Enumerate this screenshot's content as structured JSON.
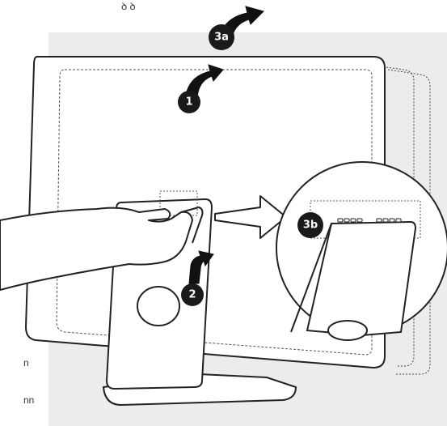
{
  "colors": {
    "panel": "#ececec",
    "outline": "#222222",
    "fill": "#ffffff",
    "badge": "#1a1a1a"
  },
  "steps": {
    "step_1": "1",
    "step_2": "2",
    "step_3a": "3a",
    "step_3b": "3b"
  },
  "edge_text": {
    "top": "ꝺ ꝺ",
    "left_1": "n",
    "left_2": "nn"
  },
  "icons": [
    "curved-arrow-icon",
    "block-arrow-icon",
    "magnifier-callout-icon"
  ]
}
